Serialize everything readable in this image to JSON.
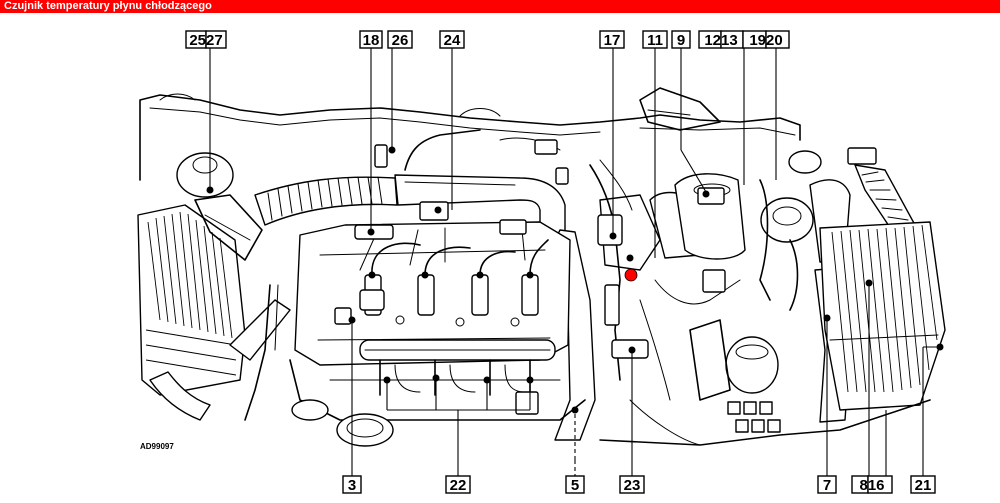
{
  "window": {
    "title": "Czujnik temperatury płynu chłodzącego"
  },
  "diagram": {
    "code": "AD99097",
    "highlight_color": "#ff0000",
    "callouts": [
      {
        "id": "c-2527",
        "text": "2527"
      },
      {
        "id": "c-18",
        "text": "18"
      },
      {
        "id": "c-26",
        "text": "26"
      },
      {
        "id": "c-24",
        "text": "24"
      },
      {
        "id": "c-17",
        "text": "17"
      },
      {
        "id": "c-11",
        "text": "11"
      },
      {
        "id": "c-9",
        "text": "9"
      },
      {
        "id": "c-1213",
        "text": "1213"
      },
      {
        "id": "c-1920",
        "text": "1920"
      },
      {
        "id": "c-3",
        "text": "3"
      },
      {
        "id": "c-22",
        "text": "22"
      },
      {
        "id": "c-5",
        "text": "5"
      },
      {
        "id": "c-23",
        "text": "23"
      },
      {
        "id": "c-7",
        "text": "7"
      },
      {
        "id": "c-816",
        "text": "816"
      },
      {
        "id": "c-21",
        "text": "21"
      }
    ]
  }
}
